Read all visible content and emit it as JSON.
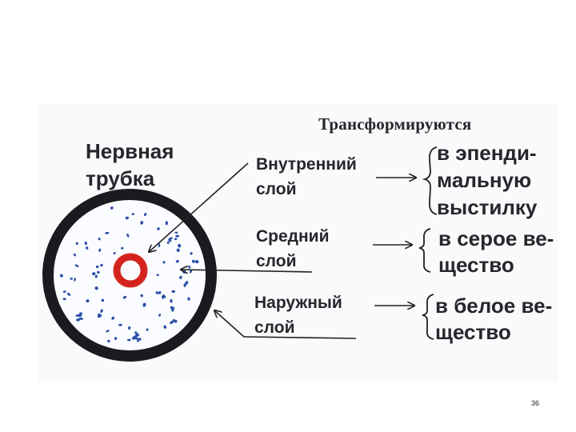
{
  "heading": "Трансформируются",
  "neural_tube": {
    "line1": "Нервная",
    "line2": "трубка"
  },
  "layers": [
    {
      "line1": "Внутренний",
      "line2": "слой"
    },
    {
      "line1": "Средний",
      "line2": "слой"
    },
    {
      "line1": "Наружный",
      "line2": "слой"
    }
  ],
  "results": [
    {
      "line1": "в эпенди-",
      "line2": "мальную",
      "line3": "выстилку"
    },
    {
      "line1": "в серое ве-",
      "line2": "щество"
    },
    {
      "line1": "в белое ве-",
      "line2": "щество"
    }
  ],
  "page_number": "36",
  "colors": {
    "ring": "#1b1b1f",
    "center": "#d4221c",
    "dots": "#2a4fa8",
    "text": "#26262b"
  }
}
